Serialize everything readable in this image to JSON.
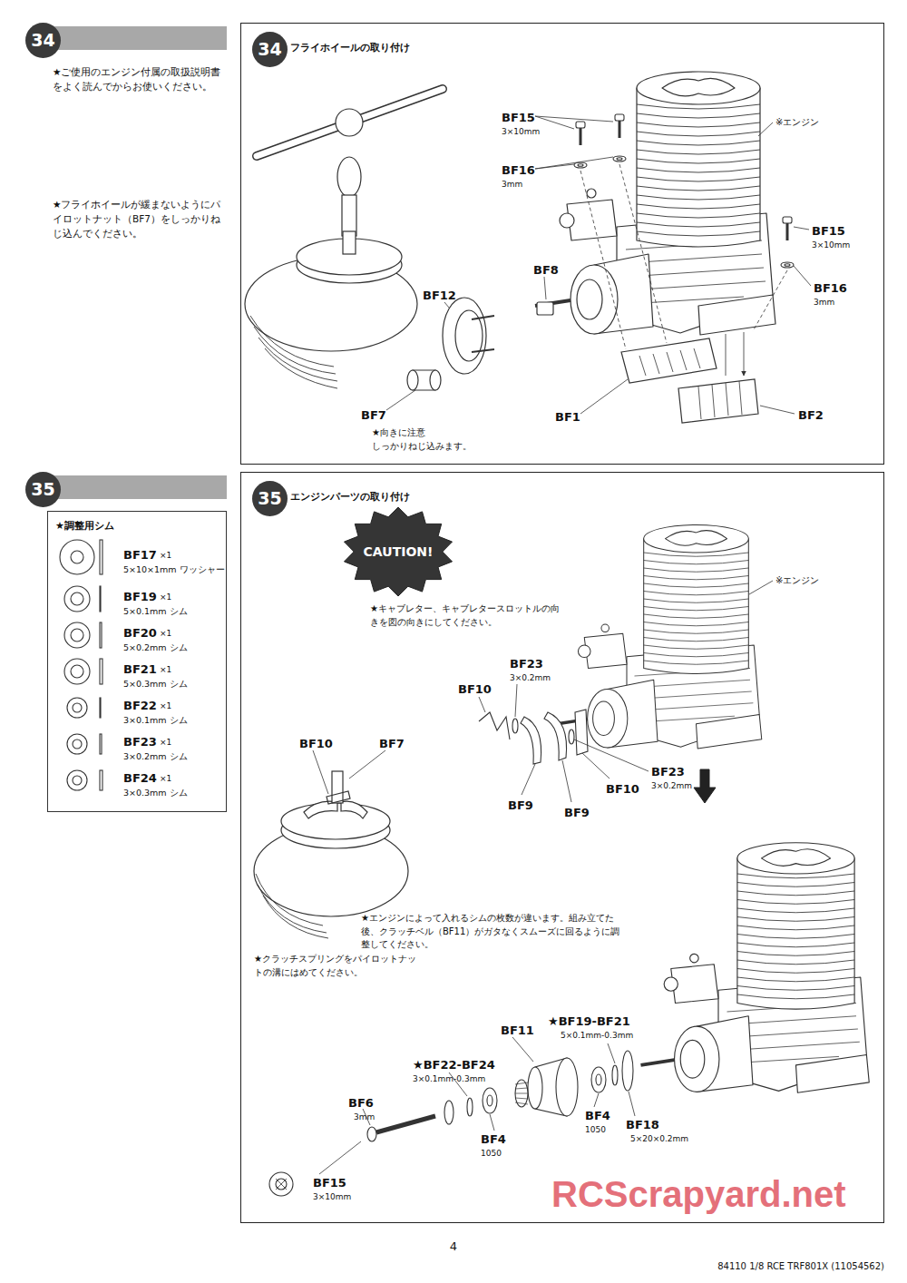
{
  "diagram": {
    "nodes": [
      {
        "text": [
          "34"
        ]
      },
      {
        "text": [
          "34",
          "フライホイールの取り付け"
        ]
      },
      {
        "text": [
          "35"
        ]
      },
      {
        "text": [
          "★調整用シム"
        ]
      },
      {
        "text": [
          "35",
          "エンジンパーツの取り付け"
        ]
      },
      {
        "text": [
          "CAUTION!"
        ],
        "in": 4
      }
    ],
    "labels": [
      "★ご使用のエンジン付属の取扱説明書をよく読んでからお使いください。",
      "★フライホイールが緩まないようにパイロットナット（BF7）をしっかりねじ込んでください。",
      "BF15",
      "3×10mm",
      "BF16",
      "3mm",
      "※エンジン",
      "BF15",
      "3×10mm",
      "BF16",
      "3mm",
      "BF8",
      "BF12",
      "BF7",
      "★向きに注意 しっかりねじ込みます。",
      "BF1",
      "BF2",
      "BF17",
      "×1",
      "5×10×1mm ワッシャー",
      "BF19",
      "×1",
      "5×0.1mm シム",
      "BF20",
      "×1",
      "5×0.2mm シム",
      "BF21",
      "×1",
      "5×0.3mm シム",
      "BF22",
      "×1",
      "3×0.1mm シム",
      "BF23",
      "×1",
      "3×0.2mm シム",
      "BF24",
      "×1",
      "3×0.3mm シム",
      "※エンジン",
      "★キャブレター、キャブレタースロットルの向きを図の向きにしてください。",
      "BF23",
      "3×0.2mm",
      "BF10",
      "BF10",
      "BF7",
      "BF9",
      "BF9",
      "BF10",
      "BF23",
      "3×0.2mm",
      "★クラッチスプリングをパイロットナットの溝にはめてください。",
      "★エンジンによって入れるシムの枚数が違います。組み立てた後、クラッチベル（BF11）がガタなくスムーズに回るように調整してください。",
      "BF11",
      "★BF19-BF21",
      "5×0.1mm-0.3mm",
      "★BF22-BF24",
      "3×0.1mm-0.3mm",
      "BF6",
      "3mm",
      "BF4",
      "1050",
      "BF4",
      "1050",
      "BF18",
      "5×20×0.2mm",
      "BF15",
      "3×10mm",
      "RCScrapyard.net",
      "4",
      "84110 1/8 RCE TRF801X (11054562)"
    ]
  }
}
